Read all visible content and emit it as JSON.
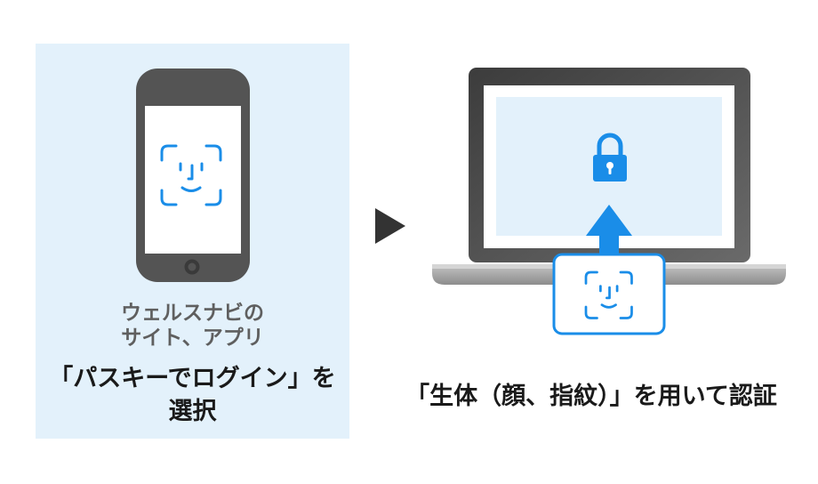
{
  "left": {
    "site_line1": "ウェルスナビの",
    "site_line2": "サイト、アプリ",
    "action_line1": "「パスキーでログイン」を",
    "action_line2": "選択"
  },
  "right": {
    "caption": "「生体（顔、指紋）」を用いて認証"
  },
  "colors": {
    "panel_bg": "#e3f1fb",
    "accent_blue": "#1a8de8",
    "device_dark": "#545454",
    "arrow_dark": "#333333"
  },
  "icons": [
    "face-id-icon",
    "lock-icon",
    "up-arrow-icon",
    "next-step-arrow-icon"
  ]
}
